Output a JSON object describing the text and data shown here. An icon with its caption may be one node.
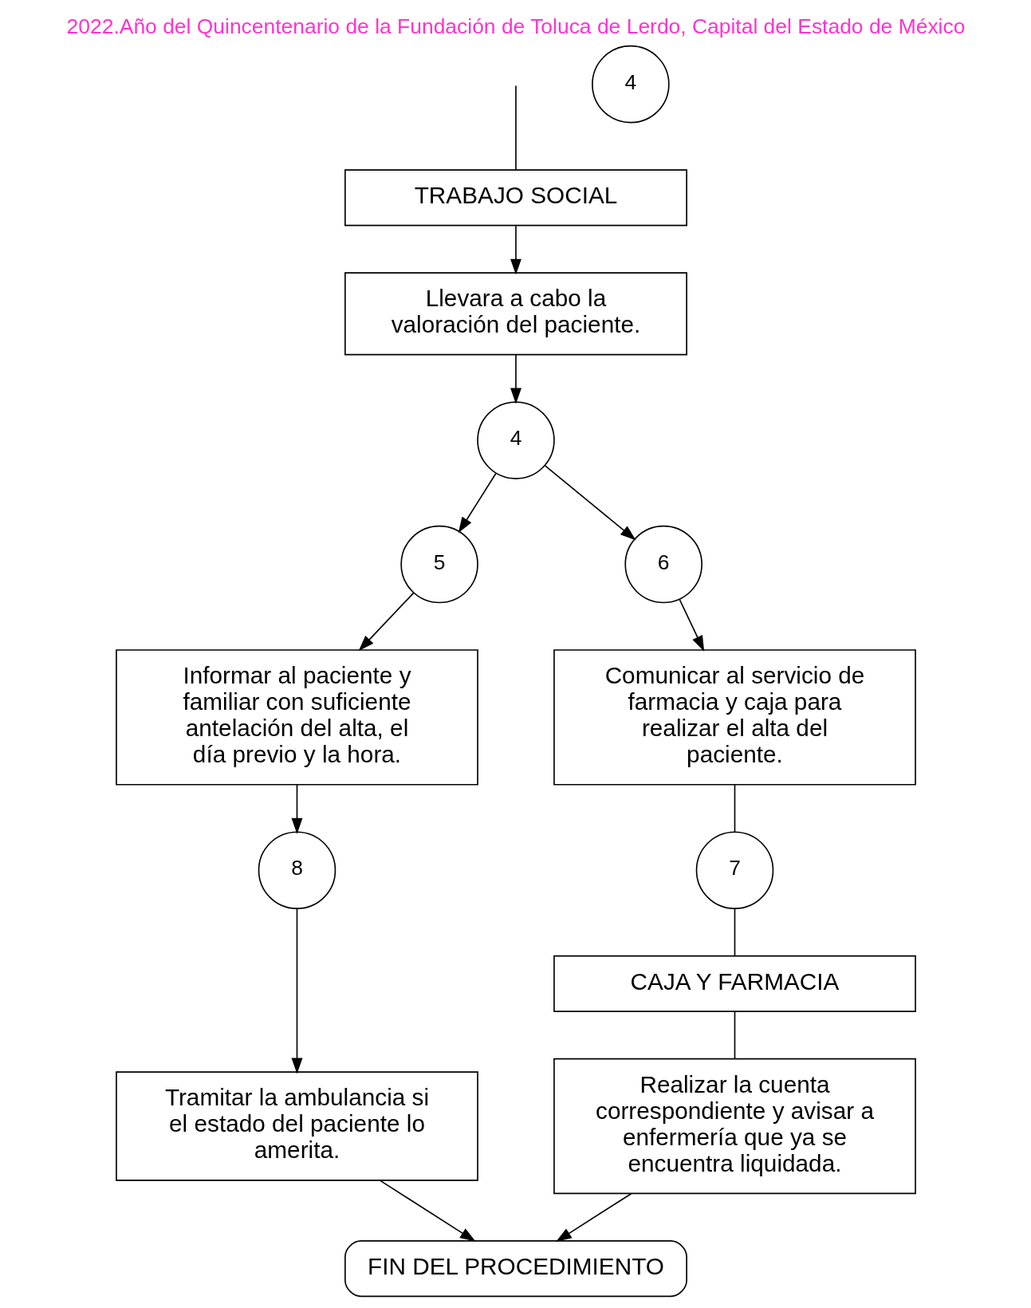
{
  "diagram": {
    "title": "2022.Año del Quincentenario de la Fundación de Toluca de Lerdo, Capital del Estado de México",
    "nodes": [
      {
        "text": [
          "TRABAJO SOCIAL"
        ]
      },
      {
        "text": [
          "4"
        ]
      },
      {
        "text": [
          "Llevara a cabo la valoración del paciente."
        ]
      },
      {
        "text": [
          "4"
        ]
      },
      {
        "text": [
          "5"
        ]
      },
      {
        "text": [
          "6"
        ]
      },
      {
        "text": [
          "Informar al paciente y familiar con suficiente antelación del alta, el día previo y la hora."
        ]
      },
      {
        "text": [
          "Comunicar al servicio de farmacia y caja para realizar el alta del paciente."
        ]
      },
      {
        "text": [
          "8"
        ]
      },
      {
        "text": [
          "7"
        ]
      },
      {
        "text": [
          "Tramitar la ambulancia si el estado del paciente lo amerita."
        ]
      },
      {
        "text": [
          "CAJA Y FARMACIA"
        ]
      },
      {
        "text": [
          "Realizar la cuenta correspondiente y avisar a enfermería que ya se encuentra liquidada."
        ]
      },
      {
        "text": [
          "FIN DEL PROCEDIMIENTO"
        ]
      }
    ],
    "edges": [
      {
        "from": null,
        "to": 0,
        "arrow": "none"
      },
      {
        "from": 0,
        "to": 2,
        "arrow": "to"
      },
      {
        "from": 2,
        "to": 3,
        "arrow": "to"
      },
      {
        "from": 3,
        "to": 4,
        "arrow": "to"
      },
      {
        "from": 3,
        "to": 5,
        "arrow": "to"
      },
      {
        "from": 4,
        "to": 6,
        "arrow": "to"
      },
      {
        "from": 5,
        "to": 7,
        "arrow": "to"
      },
      {
        "from": 6,
        "to": 8,
        "arrow": "to"
      },
      {
        "from": 7,
        "to": 9,
        "arrow": "none"
      },
      {
        "from": 8,
        "to": 10,
        "arrow": "to"
      },
      {
        "from": 9,
        "to": 11,
        "arrow": "none"
      },
      {
        "from": 11,
        "to": 12,
        "arrow": "none"
      },
      {
        "from": 10,
        "to": 13,
        "arrow": "to"
      },
      {
        "from": 12,
        "to": 13,
        "arrow": "to"
      }
    ]
  }
}
